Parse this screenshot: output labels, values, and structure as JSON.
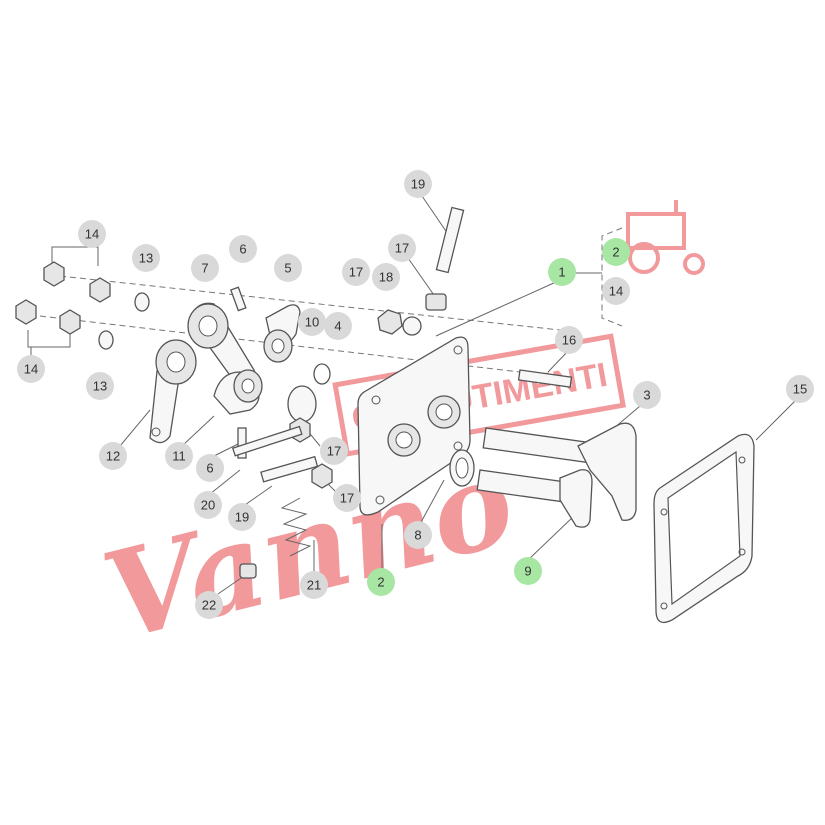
{
  "diagram": {
    "colors": {
      "callout_default": "#d9d9d9",
      "callout_highlight": "#a8e6a3",
      "line": "#555555",
      "watermark": "#e8454b"
    },
    "callouts": [
      {
        "id": "c19a",
        "label": "19",
        "highlight": false
      },
      {
        "id": "c14a",
        "label": "14",
        "highlight": false
      },
      {
        "id": "c17a",
        "label": "17",
        "highlight": false
      },
      {
        "id": "c2a",
        "label": "2",
        "highlight": true
      },
      {
        "id": "c6a",
        "label": "6",
        "highlight": false
      },
      {
        "id": "c13a",
        "label": "13",
        "highlight": false
      },
      {
        "id": "c7",
        "label": "7",
        "highlight": false
      },
      {
        "id": "c5",
        "label": "5",
        "highlight": false
      },
      {
        "id": "c1",
        "label": "1",
        "highlight": true
      },
      {
        "id": "c17b",
        "label": "17",
        "highlight": false
      },
      {
        "id": "c18",
        "label": "18",
        "highlight": false
      },
      {
        "id": "c14b",
        "label": "14",
        "highlight": false
      },
      {
        "id": "c10",
        "label": "10",
        "highlight": false
      },
      {
        "id": "c4",
        "label": "4",
        "highlight": false
      },
      {
        "id": "c16",
        "label": "16",
        "highlight": false
      },
      {
        "id": "c14c",
        "label": "14",
        "highlight": false
      },
      {
        "id": "c13b",
        "label": "13",
        "highlight": false
      },
      {
        "id": "c3",
        "label": "3",
        "highlight": false
      },
      {
        "id": "c15",
        "label": "15",
        "highlight": false
      },
      {
        "id": "c12",
        "label": "12",
        "highlight": false
      },
      {
        "id": "c11",
        "label": "11",
        "highlight": false
      },
      {
        "id": "c17c",
        "label": "17",
        "highlight": false
      },
      {
        "id": "c6b",
        "label": "6",
        "highlight": false
      },
      {
        "id": "c20",
        "label": "20",
        "highlight": false
      },
      {
        "id": "c17d",
        "label": "17",
        "highlight": false
      },
      {
        "id": "c19b",
        "label": "19",
        "highlight": false
      },
      {
        "id": "c8",
        "label": "8",
        "highlight": false
      },
      {
        "id": "c2b",
        "label": "2",
        "highlight": true
      },
      {
        "id": "c9",
        "label": "9",
        "highlight": true
      },
      {
        "id": "c21",
        "label": "21",
        "highlight": false
      },
      {
        "id": "c22",
        "label": "22",
        "highlight": false
      }
    ],
    "watermark": {
      "script_text": "Vanno",
      "block_text": "CABRUTIMENTI"
    }
  }
}
